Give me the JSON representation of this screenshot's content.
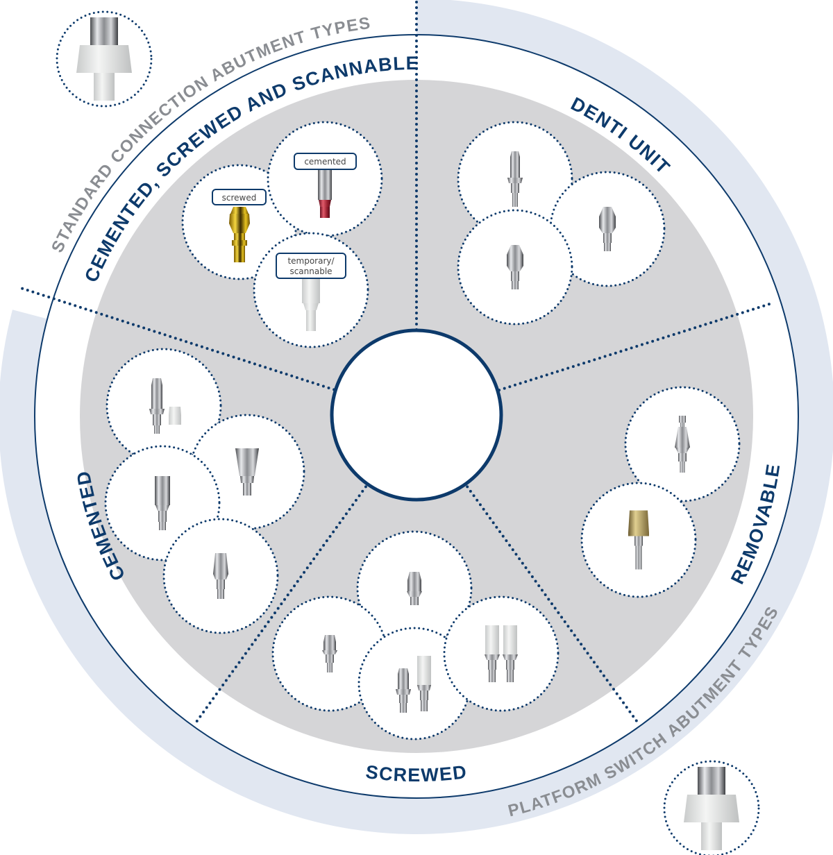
{
  "diagram": {
    "outer_labels": {
      "standard": "STANDARD CONNECTION ABUTMENT TYPES",
      "platform": "PLATFORM SWITCH ABUTMENT TYPES"
    },
    "sectors": {
      "cemented_screwed_scannable": "CEMENTED, SCREWED AND SCANNABLE",
      "denti_unit": "DENTI UNIT",
      "removable": "REMOVABLE",
      "screwed": "SCREWED",
      "cemented": "CEMENTED"
    },
    "tags": {
      "screwed": "screwed",
      "cemented": "cemented",
      "temporary_line1": "temporary/",
      "temporary_line2": "scannable"
    },
    "center": {
      "icon": "dental-implant"
    },
    "colors": {
      "dark_blue": "#0d3a6b",
      "band": "#e1e7f1",
      "disc": "#d5d5d7",
      "gray_text": "#8a8d92"
    }
  }
}
